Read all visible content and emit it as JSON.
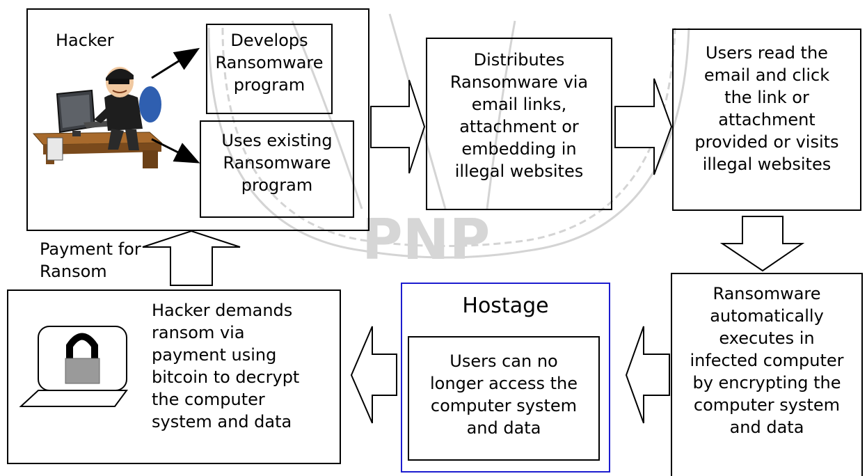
{
  "hacker_box": {
    "title": "Hacker",
    "develops": "Develops\nRansomware\nprogram",
    "uses_existing": "Uses existing\nRansomware\nprogram"
  },
  "distribute_box": {
    "text": "Distributes\nRansomware via\nemail links,\nattachment or\nembedding in\nillegal websites"
  },
  "users_box": {
    "text": "Users read the\nemail and click\nthe link or\nattachment\nprovided or visits\nillegal websites"
  },
  "payment_label": "Payment for\nRansom",
  "demand_box": {
    "text": "Hacker demands\nransom via\npayment using\nbitcoin to decrypt\nthe computer\nsystem and data"
  },
  "hostage_box": {
    "title": "Hostage",
    "text": "Users can no\nlonger access the\ncomputer system\nand data"
  },
  "ransomware_box": {
    "text": "Ransomware\nautomatically\nexecutes in\ninfected computer\nby encrypting the\ncomputer system\nand data"
  },
  "watermark": {
    "text": "PNP"
  },
  "colors": {
    "hostage_border": "#1c1ccf",
    "watermark": "#d0d0d0",
    "lock_body": "#9a9a9a"
  },
  "icons": [
    "hacker-at-computer-icon",
    "padlock-laptop-icon"
  ]
}
